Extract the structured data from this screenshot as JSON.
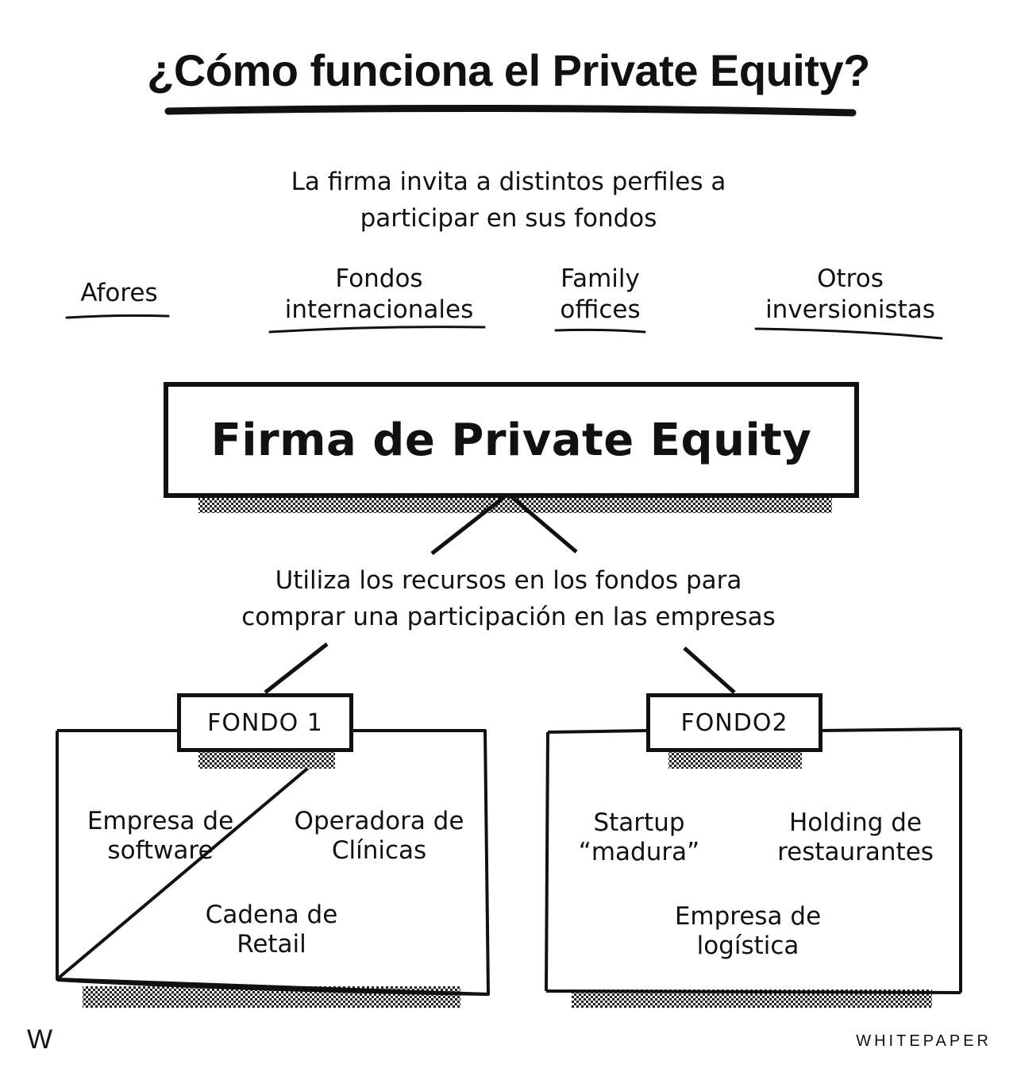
{
  "title": "¿Cómo funciona el Private Equity?",
  "subtitle": {
    "line1": "La firma invita a distintos perfiles a",
    "line2": "participar en sus fondos"
  },
  "investors": [
    {
      "line1": "Afores",
      "line2": ""
    },
    {
      "line1": "Fondos",
      "line2": "internacionales"
    },
    {
      "line1": "Family",
      "line2": "offices"
    },
    {
      "line1": "Otros",
      "line2": "inversionistas"
    }
  ],
  "firm": {
    "label": "Firma de Private Equity"
  },
  "uses": {
    "line1": "Utiliza los recursos en los fondos para",
    "line2": "comprar una participación en las empresas"
  },
  "funds": [
    {
      "label": "FONDO 1",
      "companies": [
        {
          "line1": "Empresa de",
          "line2": "software"
        },
        {
          "line1": "Operadora de",
          "line2": "Clínicas"
        },
        {
          "line1": "Cadena de",
          "line2": "Retail"
        }
      ]
    },
    {
      "label": "FONDO2",
      "companies": [
        {
          "line1": "Startup",
          "line2": "“madura”"
        },
        {
          "line1": "Holding de",
          "line2": "restaurantes"
        },
        {
          "line1": "Empresa de",
          "line2": "logística"
        }
      ]
    }
  ],
  "footer": {
    "logo": "W",
    "brand": "WHITEPAPER"
  }
}
